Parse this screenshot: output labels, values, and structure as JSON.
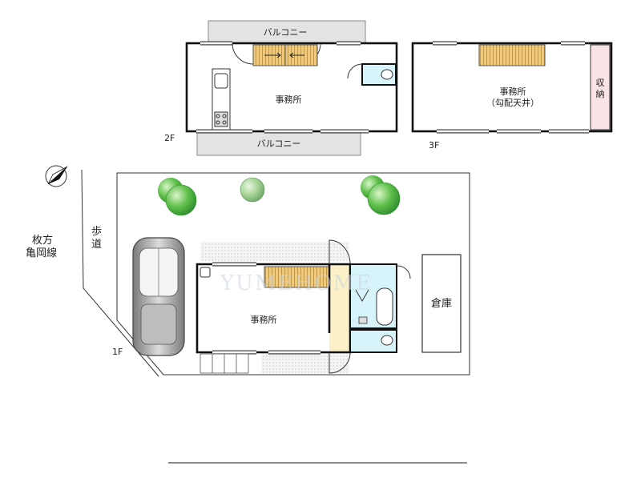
{
  "floors": {
    "f1": {
      "floor_label": "1F",
      "office_label": "事務所",
      "warehouse_label": "倉庫"
    },
    "f2": {
      "floor_label": "2F",
      "office_label": "事務所",
      "balcony_top_label": "バルコニー",
      "balcony_bottom_label": "バルコニー"
    },
    "f3": {
      "floor_label": "3F",
      "office_label": "事務所",
      "office_note": "（勾配天井）",
      "storage_label_1": "収",
      "storage_label_2": "納"
    }
  },
  "surroundings": {
    "road_line_1": "枚方",
    "road_line_2": "亀岡線",
    "sidewalk_1": "歩",
    "sidewalk_2": "道"
  },
  "watermark": "YUMEHOME",
  "colors": {
    "stair": "#f1c97a",
    "wet_area": "#d8f4fb",
    "storage": "#f9e3e6",
    "balcony": "#e3e3e3",
    "tree": "#3aaa3a",
    "corridor": "#fbf0c8"
  }
}
